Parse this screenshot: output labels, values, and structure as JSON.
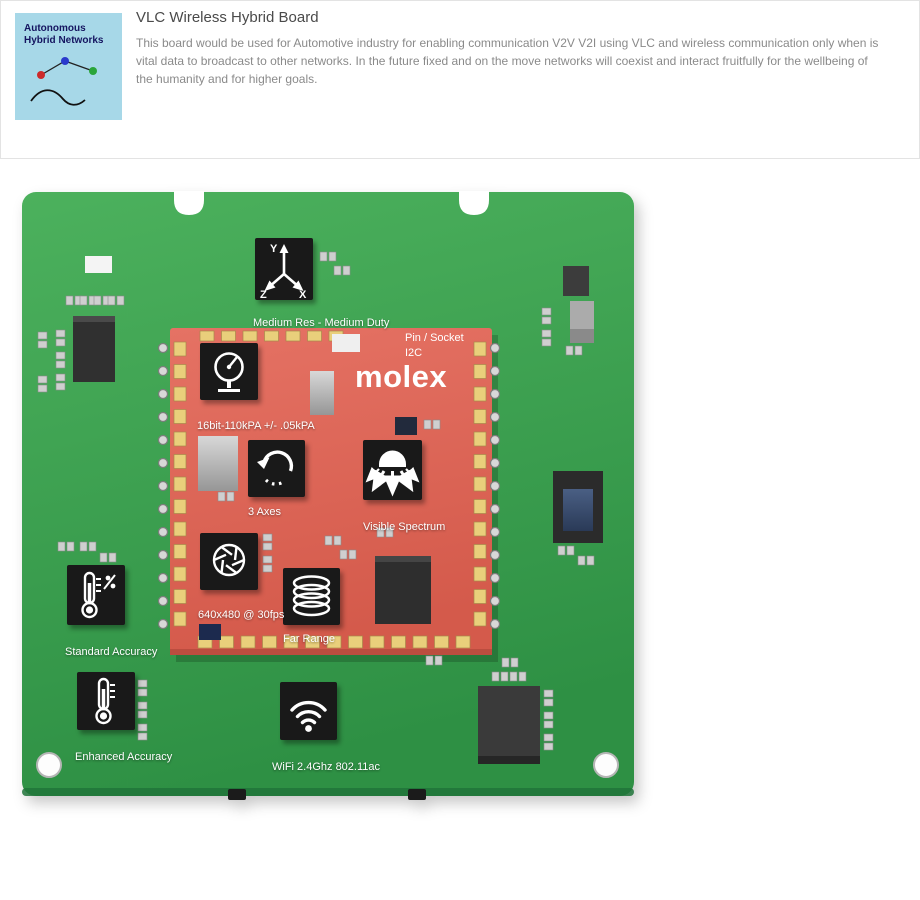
{
  "header": {
    "logo": {
      "line1": "Autonomous",
      "line2": "Hybrid Networks",
      "bg_color": "#a7d8e8"
    },
    "title": "VLC Wireless Hybrid Board",
    "description": "This board would be used for Automotive industry for enabling communication V2V V2I using VLC and wireless communication only when is vital data to broadcast to other networks. In the future fixed and on the move networks will coexist and interact fruitfully for the wellbeing of the humanity and for higher goals."
  },
  "board": {
    "colors": {
      "pcb_green": "#36a24b",
      "module_red": "#e0685a",
      "pad_gold": "#e9cf7b",
      "icon_bg": "#191919"
    },
    "module": {
      "brand": "molex",
      "connector_label": "Pin / Socket",
      "bus_label": "I2C"
    },
    "sensors": [
      {
        "name": "accelerometer",
        "icon": "xyz-axes-icon",
        "label": "Medium Res - Medium Duty"
      },
      {
        "name": "pressure-sensor",
        "icon": "pressure-gauge-icon",
        "label": "16bit-110kPA +/- .05kPA"
      },
      {
        "name": "gyroscope",
        "icon": "rotation-icon",
        "label": "3 Axes"
      },
      {
        "name": "vlc-emitter",
        "icon": "light-beam-icon",
        "label": "Visible Spectrum"
      },
      {
        "name": "camera",
        "icon": "aperture-icon",
        "label": "640x480 @ 30fps"
      },
      {
        "name": "range-sensor",
        "icon": "coil-icon",
        "label": "Far Range"
      },
      {
        "name": "temperature-standard",
        "icon": "thermometer-icon",
        "label": "Standard Accuracy"
      },
      {
        "name": "temperature-enhanced",
        "icon": "thermometer-icon",
        "label": "Enhanced Accuracy"
      },
      {
        "name": "wifi-module",
        "icon": "wifi-icon",
        "label": "WiFi 2.4Ghz 802.11ac"
      }
    ]
  }
}
